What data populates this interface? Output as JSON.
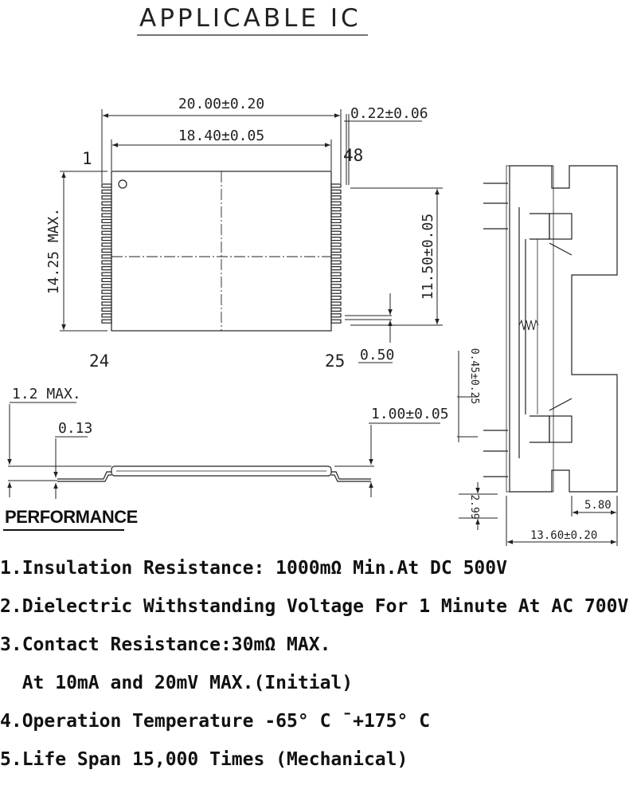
{
  "title": "APPLICABLE IC",
  "top_view": {
    "width_overall": "20.00±0.20",
    "width_body": "18.40±0.05",
    "lead_width": "0.22±0.06",
    "height_max": "14.25 MAX.",
    "height_leads": "11.50±0.05",
    "pitch": "0.50",
    "pin_1": "1",
    "pin_24": "24",
    "pin_25": "25",
    "pin_48": "48"
  },
  "side_view": {
    "height_max": "1.2 MAX.",
    "lead_thickness": "0.13",
    "seating_height": "1.00±0.05"
  },
  "socket_view": {
    "contact_offset": "0.45±0.25",
    "pin_length": "2.99",
    "base_width": "5.80",
    "total_width": "13.60±0.20"
  },
  "performance": {
    "title": "PERFORMANCE",
    "items": [
      "1.Insulation Resistance: 1000mΩ Min.At DC 500V",
      "2.Dielectric Withstanding Voltage For 1 Minute At AC 700V",
      "3.Contact Resistance:30mΩ MAX.",
      "  At 10mA and 20mV MAX.(Initial)",
      "4.Operation Temperature -65° C ¯+175° C",
      "5.Life Span 15,000 Times (Mechanical)"
    ]
  },
  "colors": {
    "line": "#222222",
    "background": "#ffffff"
  }
}
